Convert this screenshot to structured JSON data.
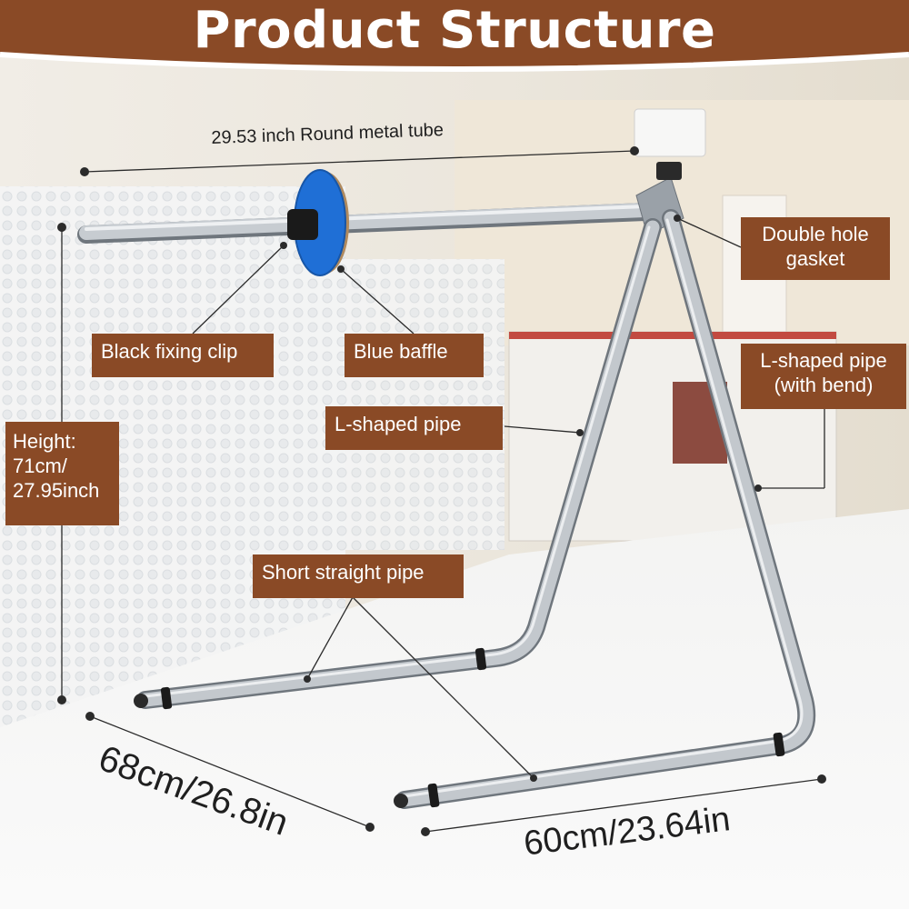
{
  "header": {
    "title": "Product Structure",
    "color": "#8a4a26"
  },
  "dimensions": {
    "tube_length": "29.53 inch Round metal tube",
    "height_line1": "Height:",
    "height_line2": "71cm/",
    "height_line3": "27.95inch",
    "depth": "68cm/26.8in",
    "width": "60cm/23.64in"
  },
  "callouts": {
    "double_hole_gasket_line1": "Double hole",
    "double_hole_gasket_line2": "gasket",
    "black_fixing_clip": "Black fixing clip",
    "blue_baffle": "Blue baffle",
    "l_shaped_pipe_bend_line1": "L-shaped pipe",
    "l_shaped_pipe_bend_line2": "(with bend)",
    "l_shaped_pipe": "L-shaped pipe",
    "short_straight_pipe": "Short straight pipe"
  },
  "colors": {
    "label_background": "#8a4a26",
    "baffle_blue": "#1f6fd6",
    "metal": "#b9bec4"
  }
}
